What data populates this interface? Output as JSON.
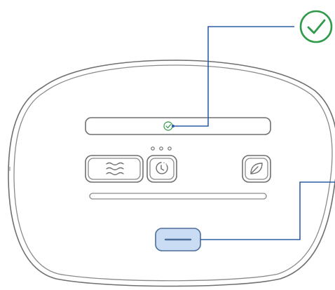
{
  "device": {
    "name": "air-purifier-control-panel",
    "icons": [
      "check-icon",
      "wind-icon",
      "timer-icon",
      "leaf-icon",
      "pairing-button"
    ],
    "indicator_dot_count": 3
  },
  "callouts": [
    {
      "target": "status-indicator",
      "icon": "check-circle-icon"
    },
    {
      "target": "bottom-button",
      "icon": "none"
    }
  ],
  "colors": {
    "outline": "#6f6f6f",
    "callout_line": "#2f5da8",
    "check_green": "#2e9a4a",
    "button_fill": "#c9dcf3",
    "button_stroke": "#4d6d9a"
  }
}
